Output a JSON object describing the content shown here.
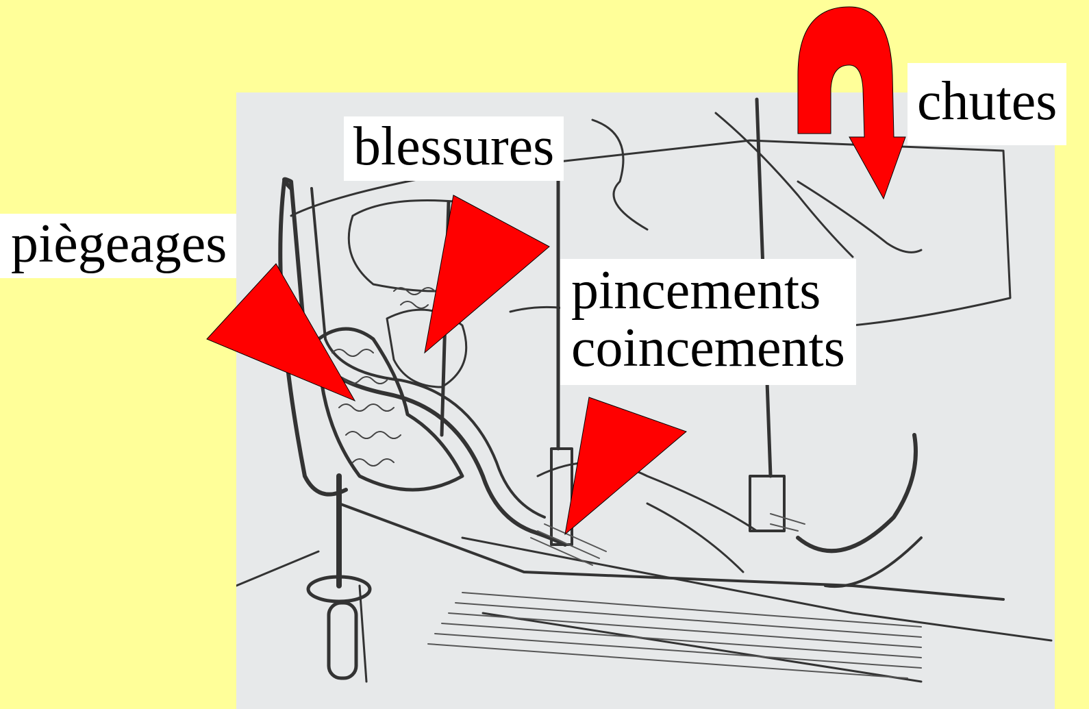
{
  "labels": {
    "blessures": "blessures",
    "piegeages": "piègeages",
    "pincements": "pincements",
    "coincements": "coincements",
    "chutes": "chutes"
  },
  "colors": {
    "background": "#FFFF99",
    "arrow": "#FF0000",
    "label_bg": "#FFFFFF",
    "sketch": "#333333"
  },
  "illustration": {
    "subject": "patient-in-hospital-bed-with-side-rails-sketch"
  }
}
